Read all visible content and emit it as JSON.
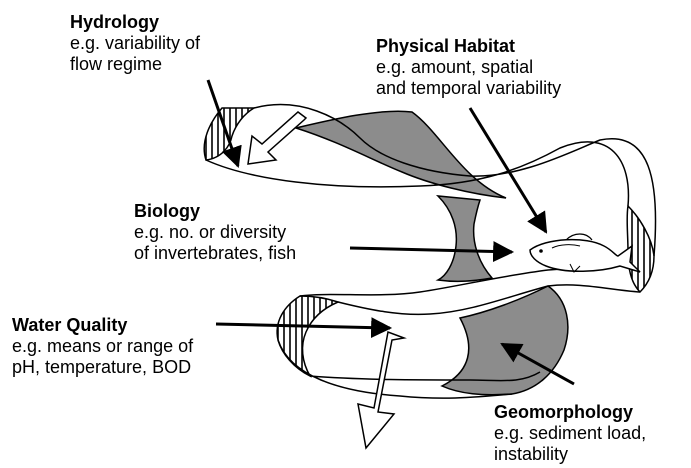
{
  "colors": {
    "ink": "#000000",
    "bank_fill": "#8c8c8c",
    "background": "#ffffff"
  },
  "labels": {
    "hydrology": {
      "title": "Hydrology",
      "line1": "e.g. variability of",
      "line2": "flow regime"
    },
    "physical_habitat": {
      "title": "Physical Habitat",
      "line1": "e.g. amount, spatial",
      "line2": "and temporal variability"
    },
    "biology": {
      "title": "Biology",
      "line1": "e.g. no. or diversity",
      "line2": "of invertebrates, fish"
    },
    "water_quality": {
      "title": "Water Quality",
      "line1": "e.g. means or range of",
      "line2": "pH, temperature, BOD"
    },
    "geomorphology": {
      "title": "Geomorphology",
      "line1": "e.g. sediment load,",
      "line2": "instability"
    }
  }
}
